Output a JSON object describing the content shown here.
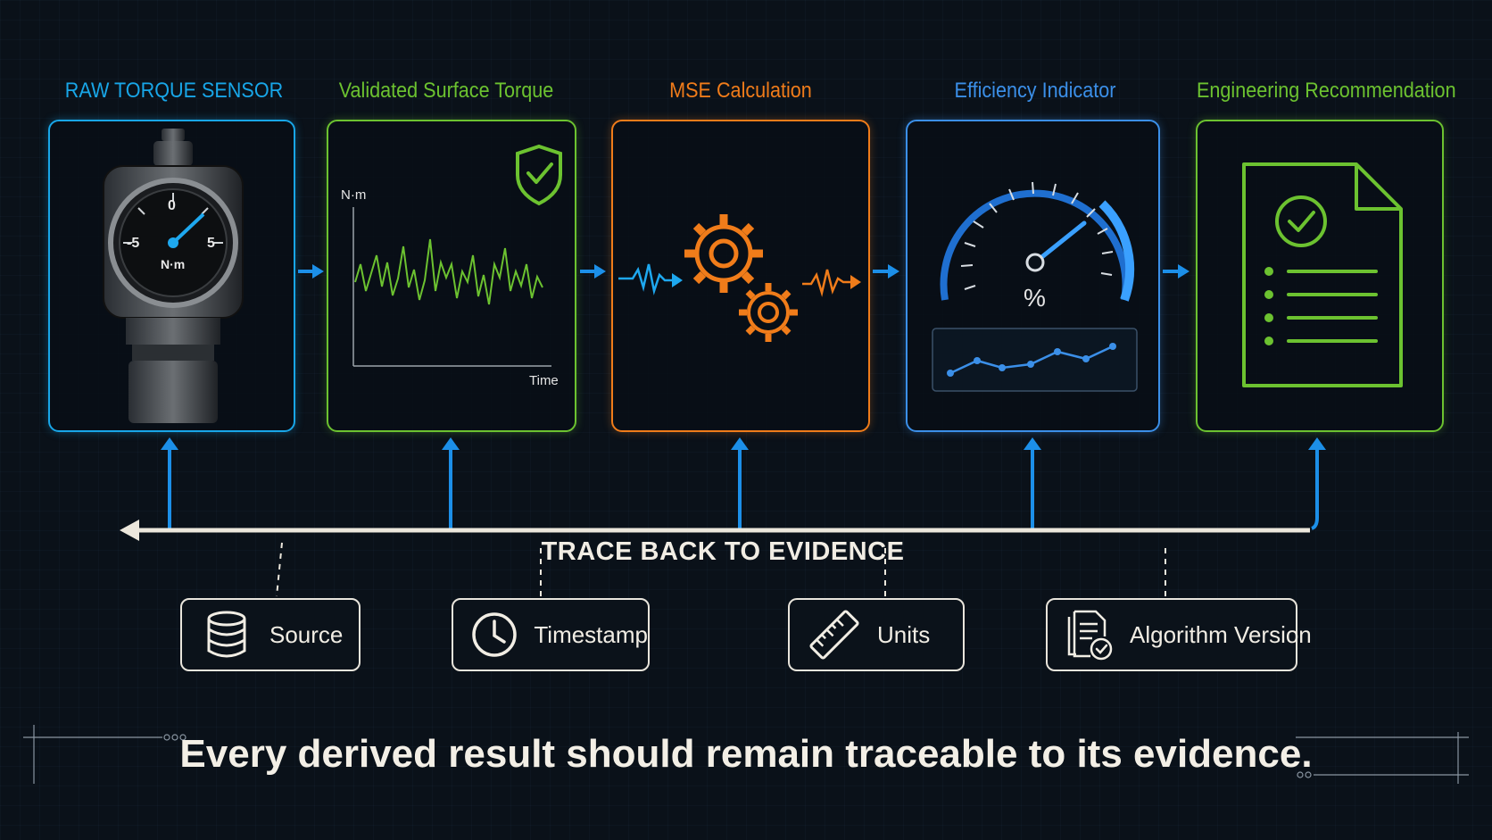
{
  "colors": {
    "background": "#0a1119",
    "raw": "#18a6e8",
    "validated": "#6cc230",
    "mse": "#f07c1a",
    "efficiency": "#3b8fe8",
    "recommendation": "#6cc230",
    "arrow": "#1c8fe8",
    "trace": "#ece7dc"
  },
  "stages": [
    {
      "id": "raw",
      "title": "RAW TORQUE SENSOR",
      "icon": "torque-sensor-gauge-icon"
    },
    {
      "id": "validated",
      "title": "Validated Surface Torque",
      "icon": "shield-check-icon"
    },
    {
      "id": "mse",
      "title": "MSE Calculation",
      "icon": "gears-icon"
    },
    {
      "id": "efficiency",
      "title": "Efficiency Indicator",
      "icon": "speedometer-icon"
    },
    {
      "id": "recommendation",
      "title": "Engineering Recommendation",
      "icon": "document-check-icon"
    }
  ],
  "raw_dial": {
    "top": "0",
    "left": "-5",
    "right": "5",
    "unit": "N·m"
  },
  "validated_chart": {
    "ylabel": "N·m",
    "xlabel": "Time"
  },
  "efficiency_gauge": {
    "unit": "%"
  },
  "trace": {
    "label": "TRACE BACK TO EVIDENCE"
  },
  "evidence": [
    {
      "label": "Source",
      "icon": "database-icon"
    },
    {
      "label": "Timestamp",
      "icon": "clock-icon"
    },
    {
      "label": "Units",
      "icon": "ruler-icon"
    },
    {
      "label": "Algorithm Version",
      "icon": "versioned-document-check-icon"
    }
  ],
  "caption": "Every derived result should remain traceable to its evidence."
}
